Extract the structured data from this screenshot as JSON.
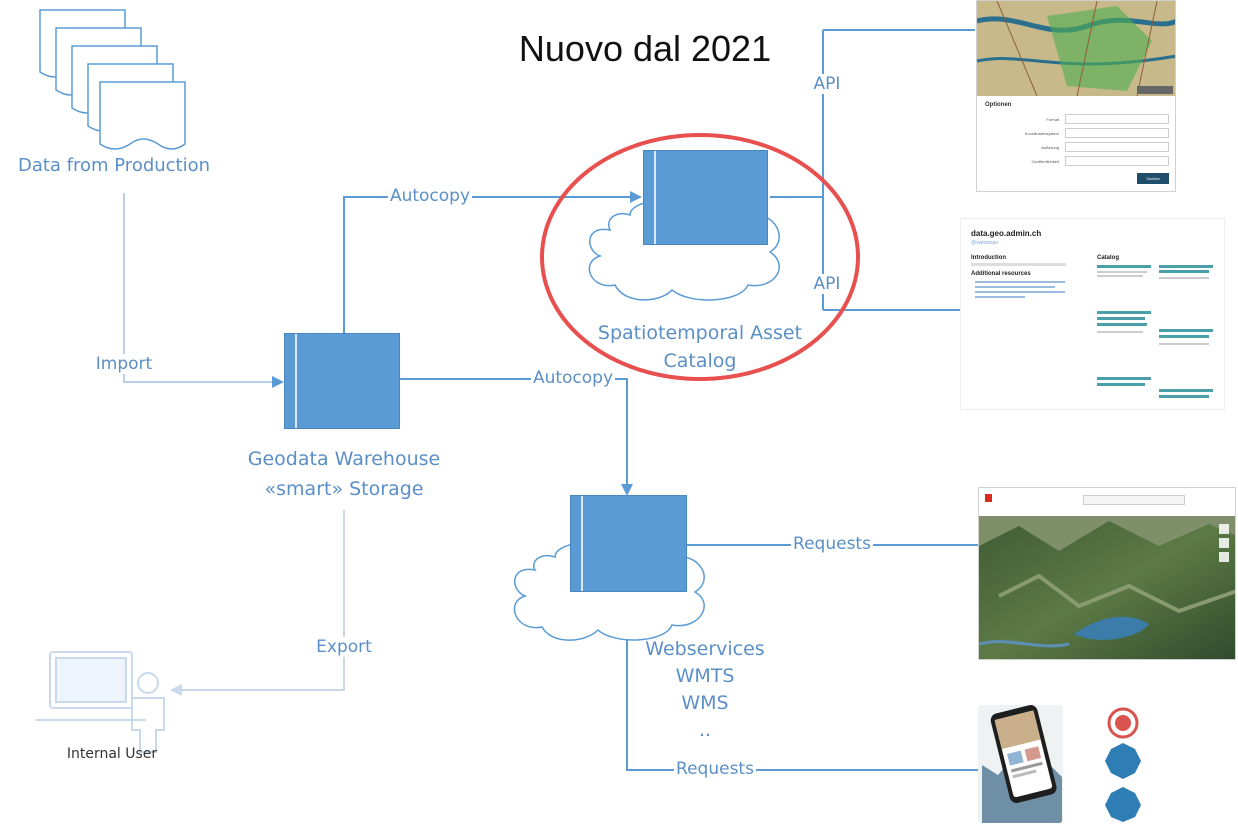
{
  "title": "Nuovo dal 2021",
  "nodes": {
    "production": "Data from Production",
    "warehouse_line1": "Geodata Warehouse",
    "warehouse_line2": "«smart» Storage",
    "stac_line1": "Spatiotemporal Asset",
    "stac_line2": "Catalog",
    "webservices": [
      "Webservices",
      "WMTS",
      "WMS",
      ".."
    ],
    "internal_user": "Internal User"
  },
  "edges": {
    "import": "Import",
    "autocopy_top": "Autocopy",
    "autocopy_mid": "Autocopy",
    "api_top": "API",
    "api_bottom": "API",
    "requests_top": "Requests",
    "requests_bottom": "Requests",
    "export": "Export"
  },
  "screens": {
    "options_panel": {
      "heading": "Optionen",
      "rows": [
        "Format",
        "Koordinatensystem",
        "Auflösung",
        "Geoffentlichkeit"
      ],
      "button": "Suchen"
    },
    "data_portal": {
      "site": "data.geo.admin.ch",
      "handle": "@swisstopo",
      "intro": "Introduction",
      "resources": "Additional resources",
      "catalog": "Catalog"
    }
  },
  "colors": {
    "diagram_blue": "#5b9bd5",
    "label_blue": "#5b8fc7",
    "highlight_red": "#e8504f"
  }
}
